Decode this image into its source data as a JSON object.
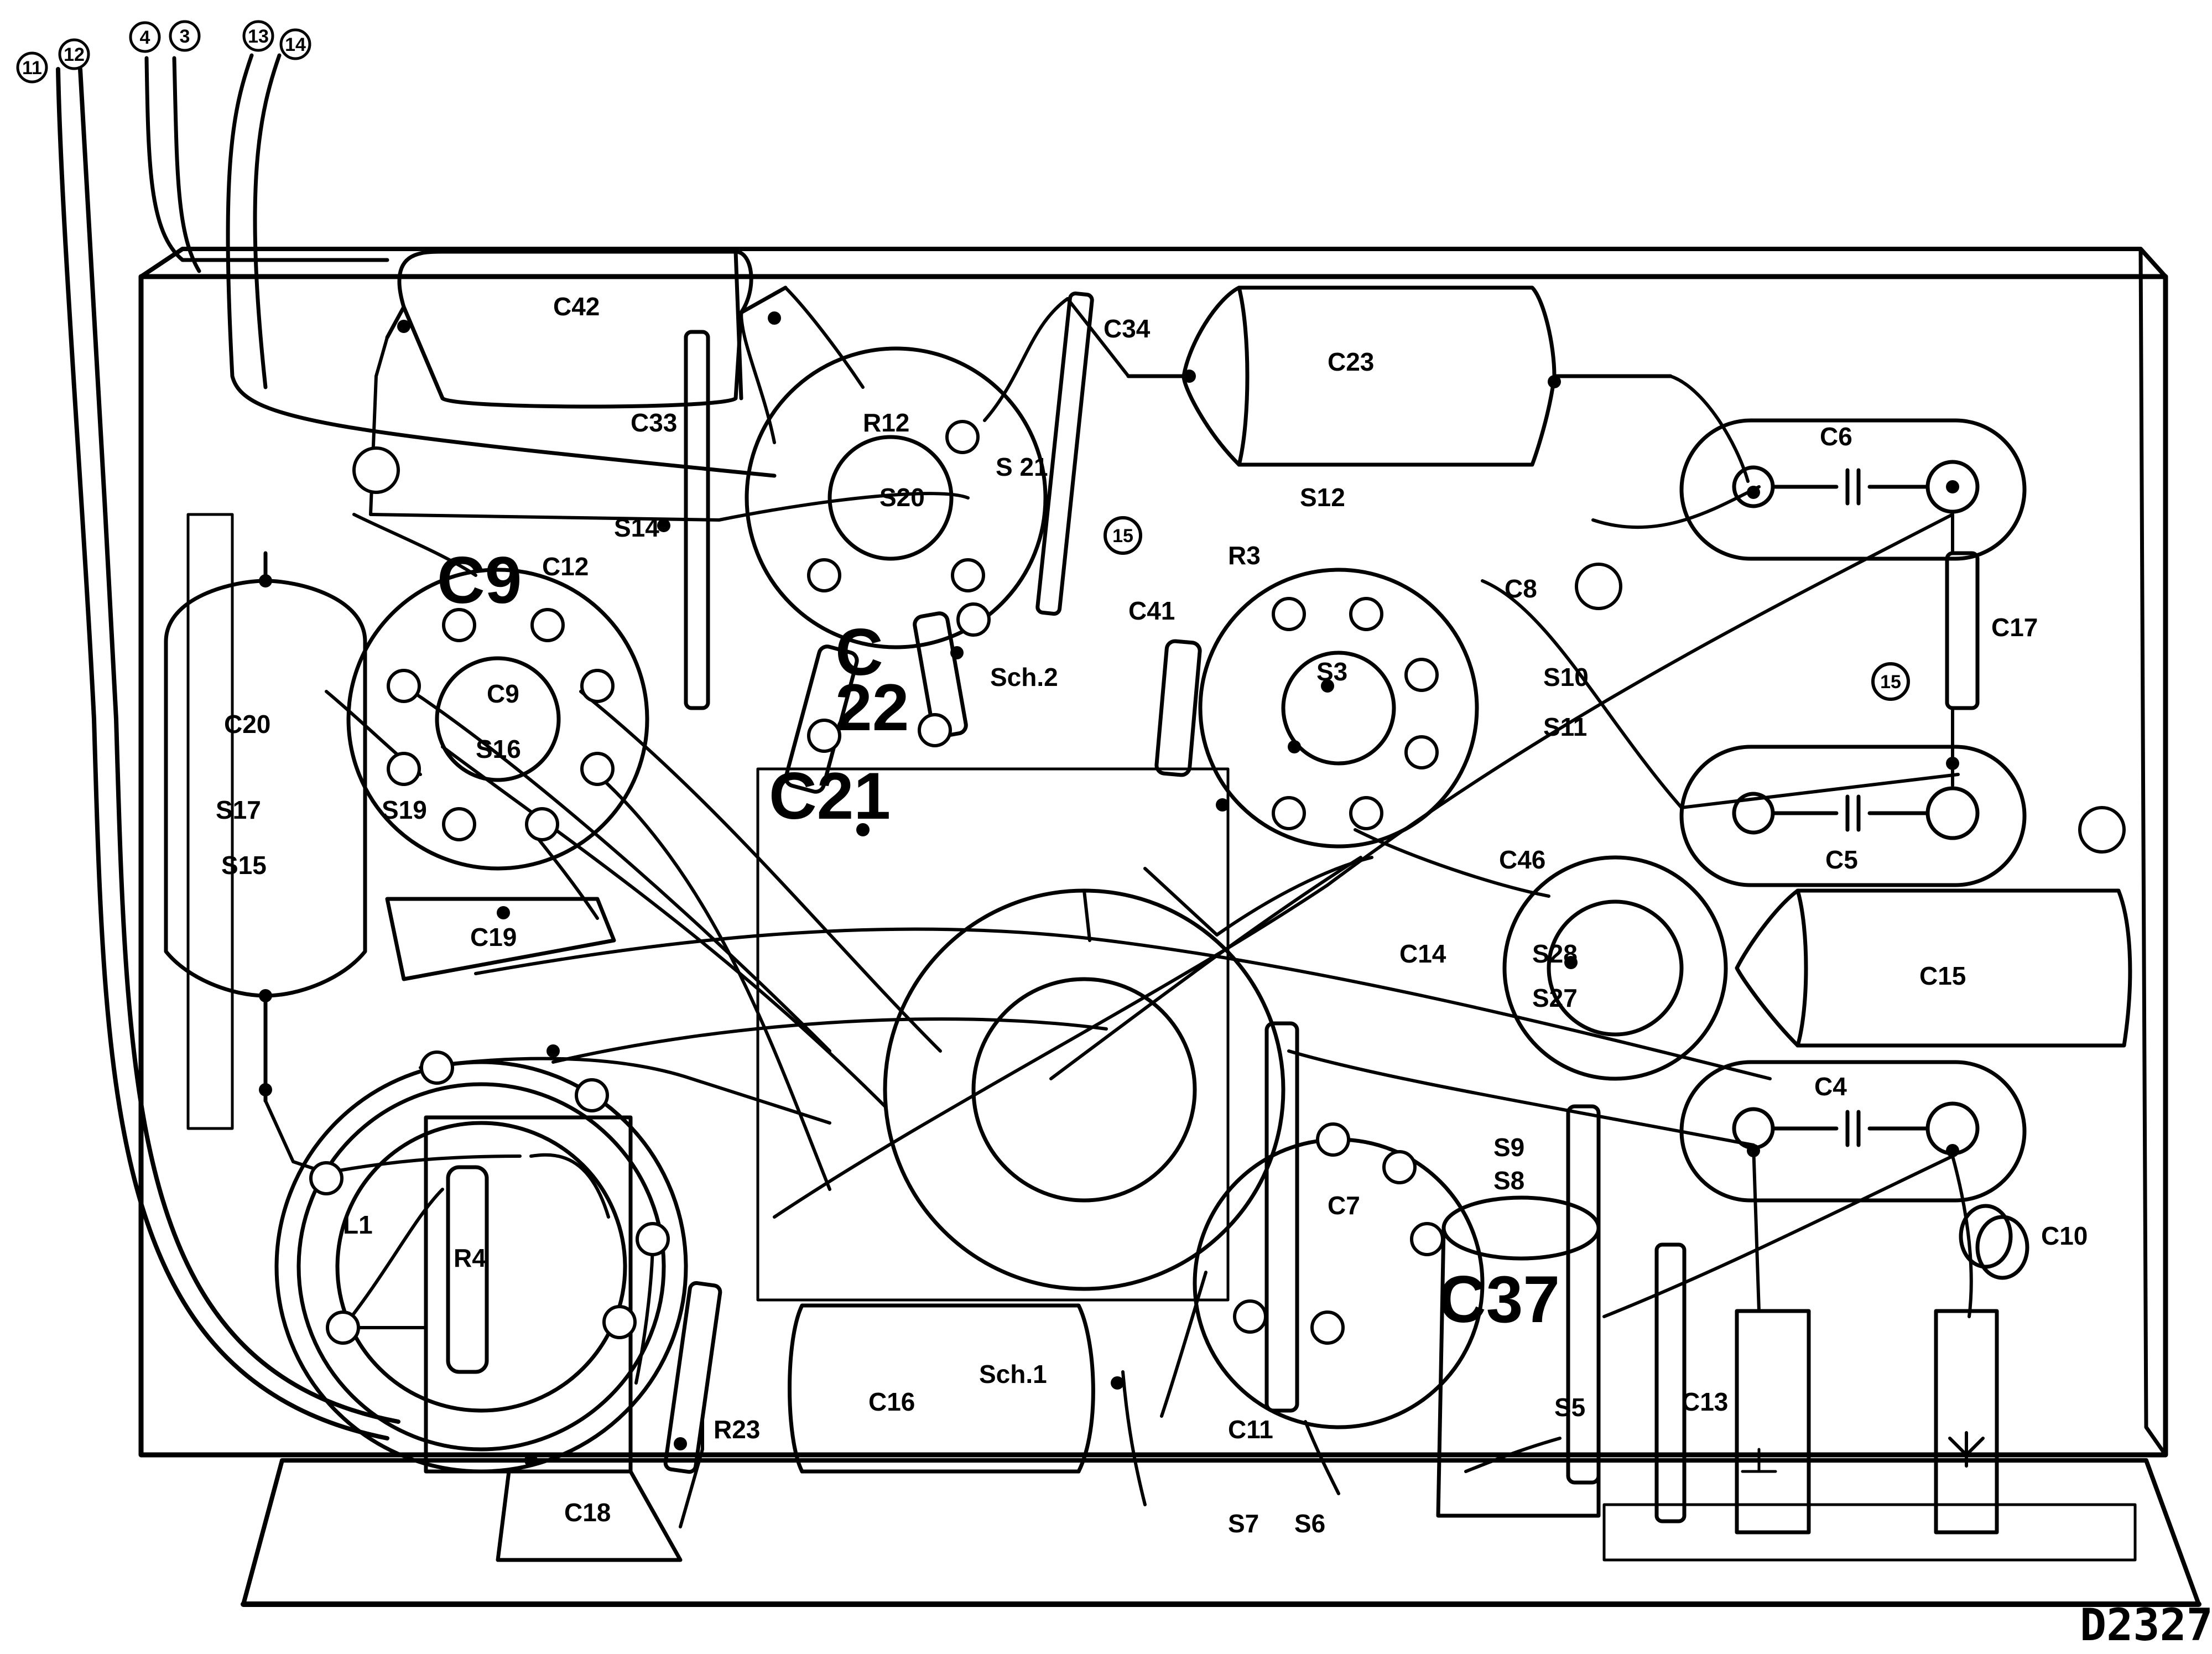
{
  "diagram": {
    "ref_code": "D2327",
    "leads": [
      "11",
      "12",
      "4",
      "3",
      "13",
      "14"
    ],
    "loose_terminals": [
      "15",
      "15"
    ],
    "labels": {
      "C42": "C42",
      "C33": "C33",
      "R12": "R12",
      "S20": "S20",
      "S21": "S 21",
      "C34": "C34",
      "C23": "C23",
      "C6": "C6",
      "S12": "S12",
      "R3": "R3",
      "C8": "C8",
      "C41": "C41",
      "S3": "S3",
      "S10": "S10",
      "S11": "S11",
      "C17": "C17",
      "C5": "C5",
      "S14": "S14",
      "C12": "C12",
      "C9": "C9",
      "C9b": "C9",
      "S16": "S16",
      "C20": "C20",
      "S17": "S17",
      "S15": "S15",
      "S19": "S19",
      "C22": "C\n22",
      "SCH2": "Sch.2",
      "C21": "C21",
      "C19": "C19",
      "C46": "C46",
      "S28": "S28",
      "S27": "S27",
      "C14": "C14",
      "C15": "C15",
      "C4": "C4",
      "L1": "L1",
      "R4": "R4",
      "S9": "S9",
      "S8": "S8",
      "C7": "C7",
      "C10": "C10",
      "C37": "C37",
      "C16": "C16",
      "SCH1": "Sch.1",
      "R23": "R23",
      "C11": "C11",
      "S5": "S5",
      "C13": "C13",
      "C18": "C18",
      "S7": "S7",
      "S6": "S6"
    }
  }
}
